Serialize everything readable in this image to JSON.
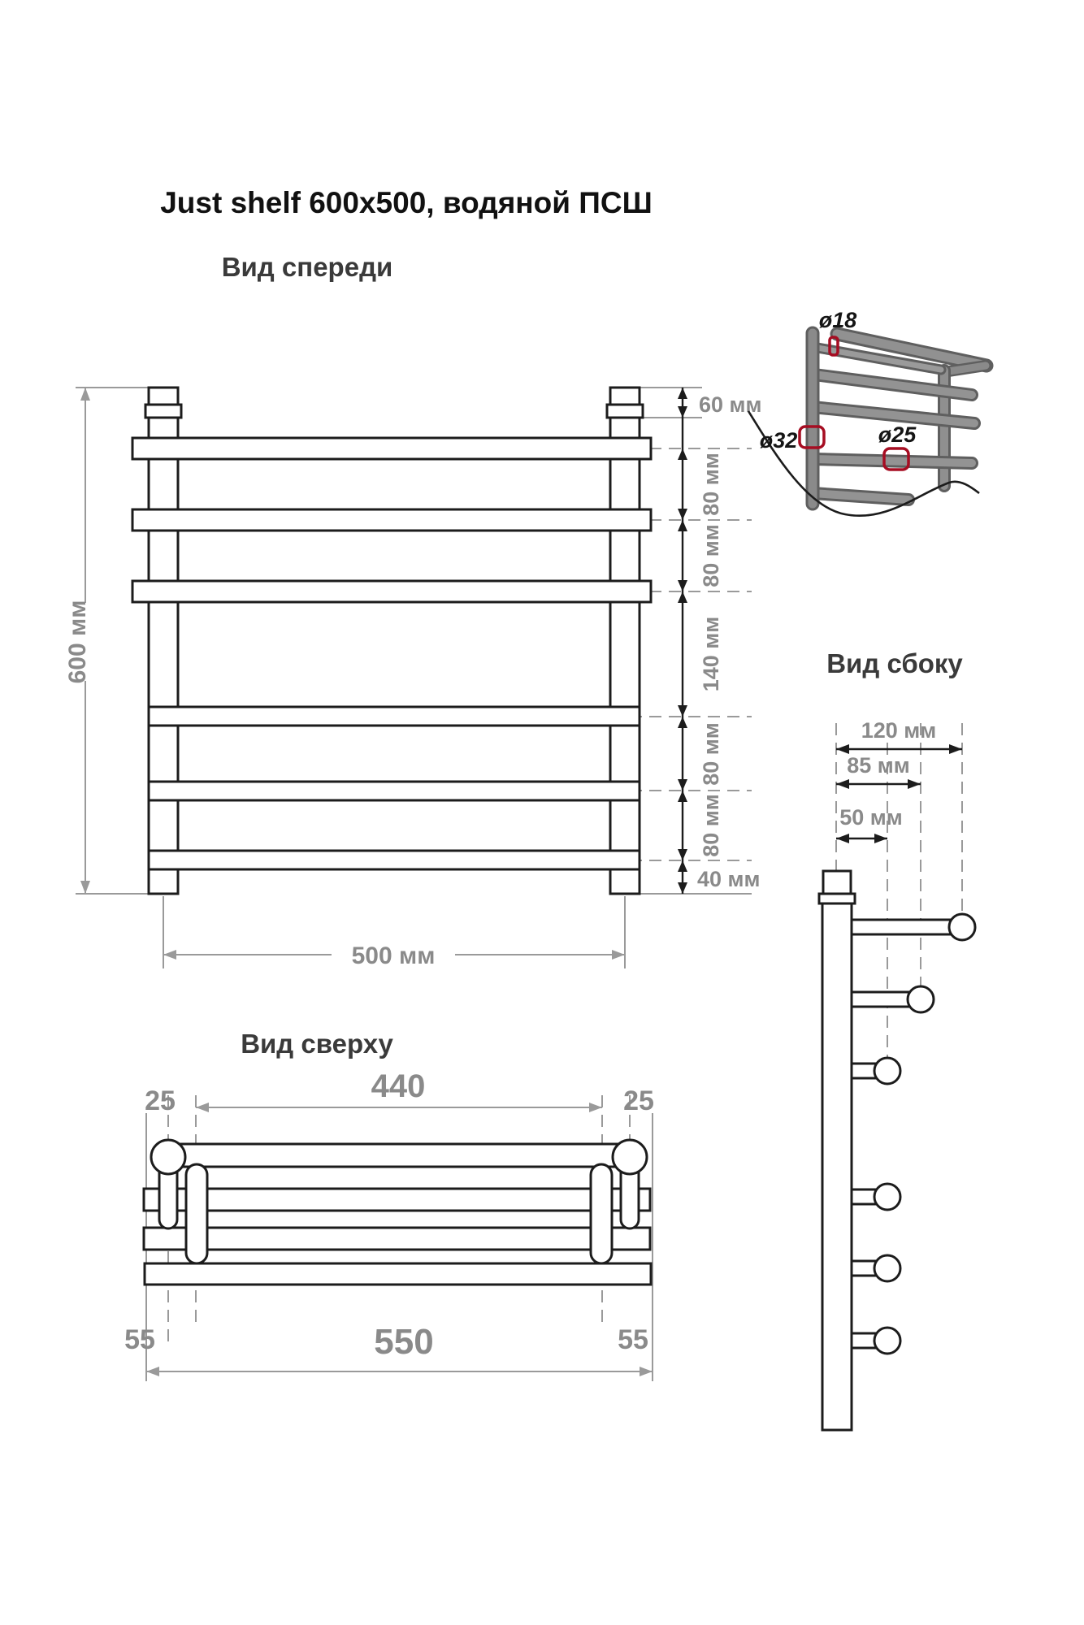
{
  "title": "Just shelf 600x500, водяной ПСШ",
  "front_view": {
    "label": "Вид спереди",
    "dim_height": "600 мм",
    "dim_width": "500 мм",
    "dim_top": "60 мм",
    "dim_gap_1": "80 мм",
    "dim_gap_2": "80 мм",
    "dim_gap_mid": "140 мм",
    "dim_gap_4": "80 мм",
    "dim_gap_5": "80 мм",
    "dim_bottom": "40 мм"
  },
  "perspective_view": {
    "dia_shelf": "ø18",
    "dia_post": "ø32",
    "dia_rung": "ø25"
  },
  "side_view": {
    "label": "Вид сбоку",
    "dim_depth": "120 мм",
    "dim_mid": "85 мм",
    "dim_near": "50 мм"
  },
  "top_view": {
    "label": "Вид сверху",
    "dim_inner": "440",
    "dim_cap_left": "25",
    "dim_cap_right": "25",
    "dim_outer": "550",
    "dim_side_left": "55",
    "dim_side_right": "55"
  },
  "colors": {
    "line": "#1c1c1c",
    "dim_line": "#9a9a9a",
    "dim_text": "#8a8a8a",
    "red": "#a60d22",
    "tube_dark": "#5f5f5f",
    "tube_light": "#939393"
  }
}
